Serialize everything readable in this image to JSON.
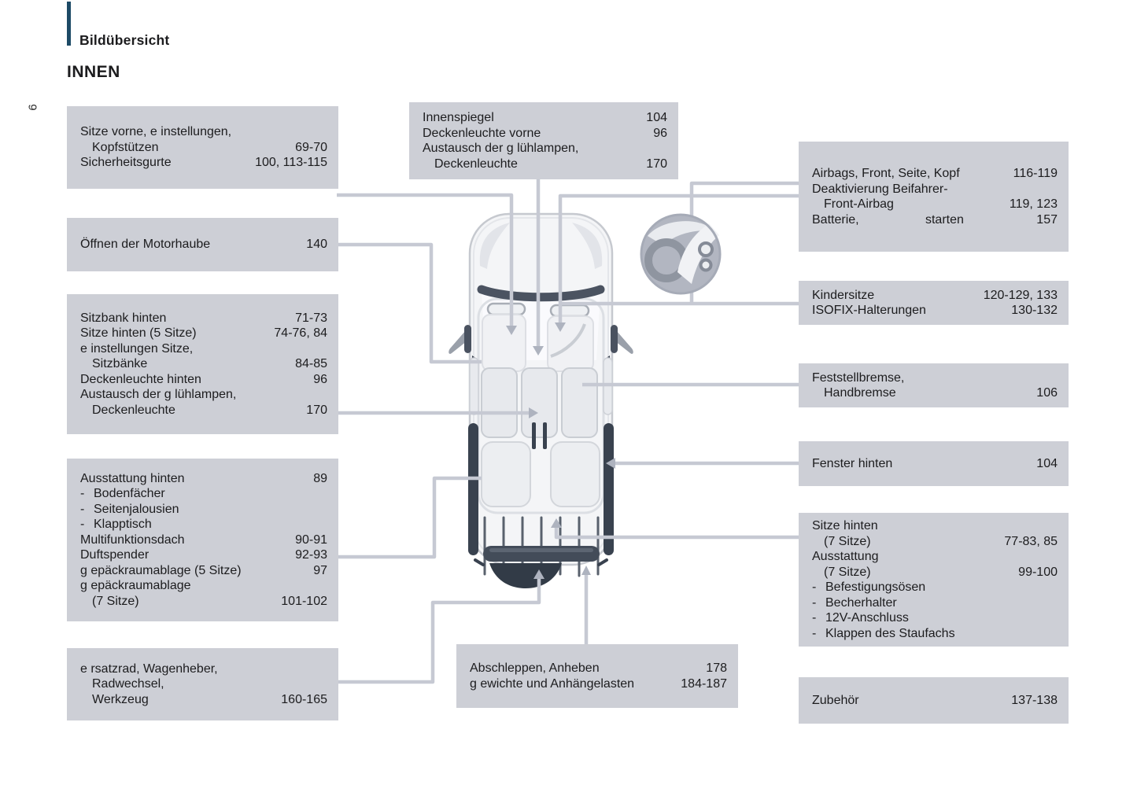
{
  "page": {
    "header_title": "Bildübersicht",
    "section_title": "INNEN",
    "page_number": "6"
  },
  "colors": {
    "box_bg": "#cdcfd6",
    "accent_bar": "#1d4a66",
    "connector": "#c6c9d3",
    "arrow": "#aeb3bf"
  },
  "icon": {
    "name": "ignition-key-hand-icon"
  },
  "boxes": {
    "innenspiegel": {
      "lines": [
        {
          "text": "Innenspiegel",
          "num": "104"
        },
        {
          "text": "Deckenleuchte vorne",
          "num": "96"
        },
        {
          "text": "Austausch der g lühlampen,"
        },
        {
          "text": "Deckenleuchte",
          "num": "170",
          "indent": true
        }
      ]
    },
    "sitze_vorne": {
      "lines": [
        {
          "text": "Sitze vorne, e instellungen,"
        },
        {
          "text": "Kopfstützen",
          "num": "69-70",
          "indent": true
        },
        {
          "text": "Sicherheitsgurte",
          "num": "100, 113-115"
        }
      ]
    },
    "motorhaube": {
      "lines": [
        {
          "text": "Öffnen der Motorhaube",
          "num": "140"
        }
      ]
    },
    "sitzbank_hinten": {
      "lines": [
        {
          "text": "Sitzbank hinten",
          "num": "71-73"
        },
        {
          "text": "Sitze hinten (5 Sitze)",
          "num": "74-76, 84"
        },
        {
          "text": "e instellungen Sitze,"
        },
        {
          "text": "Sitzbänke",
          "num": "84-85",
          "indent": true
        },
        {
          "text": "Deckenleuchte hinten",
          "num": "96"
        },
        {
          "text": "Austausch der g lühlampen,"
        },
        {
          "text": "Deckenleuchte",
          "num": "170",
          "indent": true
        }
      ]
    },
    "ausstattung_hinten": {
      "lines": [
        {
          "text": "Ausstattung hinten",
          "num": "89"
        },
        {
          "text": "Bodenfächer",
          "dash": true
        },
        {
          "text": "Seitenjalousien",
          "dash": true
        },
        {
          "text": "Klapptisch",
          "dash": true
        },
        {
          "text": "Multifunktionsdach",
          "num": "90-91"
        },
        {
          "text": "Duftspender",
          "num": "92-93"
        },
        {
          "text": "g epäckraumablage (5 Sitze)",
          "num": "97"
        },
        {
          "text": "g epäckraumablage"
        },
        {
          "text": "(7 Sitze)",
          "num": "101-102",
          "indent": true
        }
      ]
    },
    "ersatzrad": {
      "lines": [
        {
          "text": "e rsatzrad, Wagenheber,"
        },
        {
          "text": "Radwechsel,",
          "indent": true
        },
        {
          "text": "Werkzeug",
          "num": "160-165",
          "indent": true
        }
      ]
    },
    "abschleppen": {
      "lines": [
        {
          "text": "Abschleppen, Anheben",
          "num": "178"
        },
        {
          "text": "g ewichte und Anhängelasten",
          "num": "184-187"
        }
      ]
    },
    "airbags": {
      "lines": [
        {
          "text": "Airbags, Front, Seite, Kopf",
          "num": "116-119"
        },
        {
          "text": "Deaktivierung Beifahrer-"
        },
        {
          "text": "Front-Airbag",
          "num": "119, 123",
          "indent": true
        },
        {
          "text": "Batterie,",
          "mid": "starten",
          "num": "157"
        }
      ]
    },
    "kindersitze": {
      "lines": [
        {
          "text": "Kindersitze",
          "num": "120-129, 133"
        },
        {
          "text": "ISOFIX-Halterungen",
          "num": "130-132"
        }
      ]
    },
    "feststellbremse": {
      "lines": [
        {
          "text": "Feststellbremse,"
        },
        {
          "text": "Handbremse",
          "num": "106",
          "indent": true
        }
      ]
    },
    "fenster_hinten": {
      "lines": [
        {
          "text": "Fenster hinten",
          "num": "104"
        }
      ]
    },
    "sitze_hinten_7": {
      "lines": [
        {
          "text": "Sitze hinten"
        },
        {
          "text": "(7 Sitze)",
          "num": "77-83, 85",
          "indent": true
        },
        {
          "text": "Ausstattung"
        },
        {
          "text": "(7 Sitze)",
          "num": "99-100",
          "indent": true
        },
        {
          "text": "Befestigungsösen",
          "dash": true
        },
        {
          "text": "Becherhalter",
          "dash": true
        },
        {
          "text": "12V-Anschluss",
          "dash": true
        },
        {
          "text": "Klappen des Staufachs",
          "dash": true
        }
      ]
    },
    "zubehoer": {
      "lines": [
        {
          "text": "Zubehör",
          "num": "137-138"
        }
      ]
    }
  }
}
